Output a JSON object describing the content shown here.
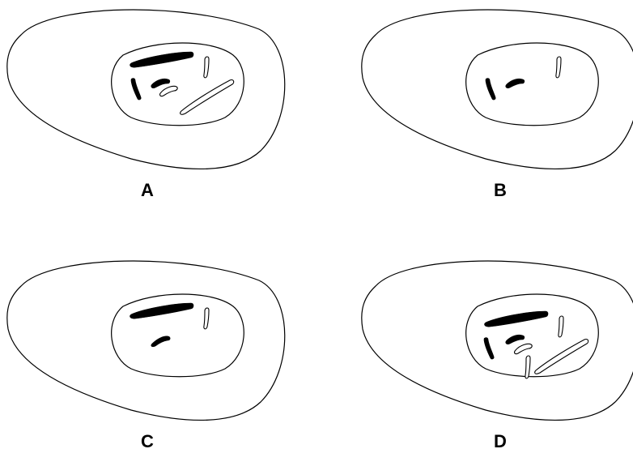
{
  "panels": [
    {
      "label": "A",
      "features": [
        "long-dark-bar",
        "curved-dark-mark",
        "left-dark-streak",
        "small-hollow-mark",
        "long-hollow-bar",
        "upright-hollow-mark"
      ]
    },
    {
      "label": "B",
      "features": [
        "curved-dark-mark",
        "left-dark-streak",
        "upright-hollow-mark"
      ]
    },
    {
      "label": "C",
      "features": [
        "long-dark-bar",
        "curved-dark-mark",
        "upright-hollow-mark"
      ]
    },
    {
      "label": "D",
      "features": [
        "long-dark-bar",
        "curved-dark-mark",
        "left-dark-streak",
        "small-hollow-mark",
        "long-hollow-bar",
        "upright-hollow-mark",
        "lower-hollow-mark"
      ]
    }
  ],
  "colors": {
    "stroke": "#000000",
    "background": "#ffffff"
  }
}
